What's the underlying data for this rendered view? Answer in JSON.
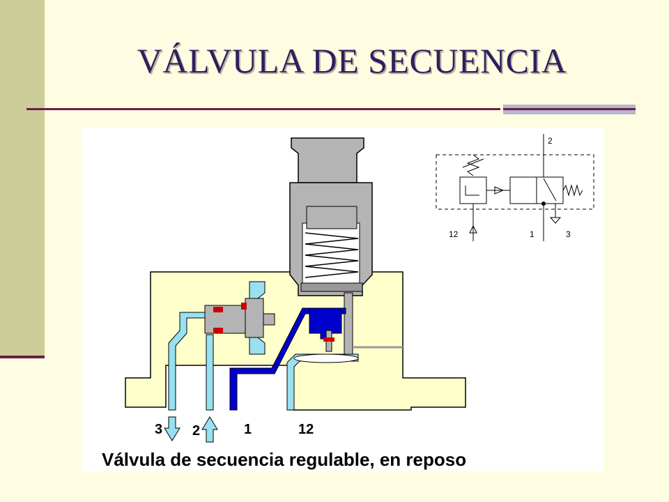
{
  "slide": {
    "title": "VÁLVULA DE SECUENCIA"
  },
  "figure": {
    "caption": "Válvula de secuencia regulable, en reposo",
    "port_labels": {
      "p3": "3",
      "p2": "2",
      "p1": "1",
      "p12": "12"
    },
    "symbol_labels": {
      "s2": "2",
      "s12": "12",
      "s1": "1",
      "s3": "3"
    }
  },
  "colors": {
    "background": "#FFFDE1",
    "left_bar": "#CCCC99",
    "accent_line": "#6B1E4A",
    "title": "#2E1F5E",
    "body_yellow": "#FFFFCC",
    "cap_gray": "#B4B4B4",
    "port_cyan": "#99E0F0",
    "port_blue": "#0000CC"
  }
}
